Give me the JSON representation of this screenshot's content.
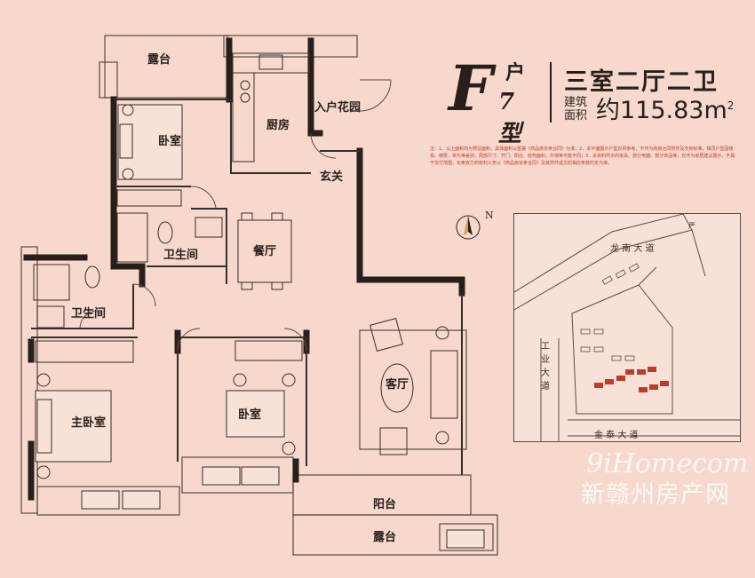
{
  "header": {
    "type_letter": "F",
    "type_hu": "户",
    "type_xing": "7型",
    "layout": "三室二厅二卫",
    "area_label": "建筑面积",
    "area_value": "约115.83m",
    "area_unit_sup": "2"
  },
  "note": "注：1、以上面积均为预估面积，具体面积以签署《商品房买卖合同》为准；2、本平面图示户型仅供参考，不作为购房合同附件及交房标准，相同户型因楼栋、楼层、单元等差别，局部尺寸、开门、阳台、结构面积、外墙等可能不同；3、本资料所示的家具、部分电器、部分饰品等，仅作为家居建议展示，不属于交付范围，买卖双方的权利义务以《商品房买卖合同》及其附件成文的相应条款约定为准。",
  "rooms": {
    "terrace_top": "露台",
    "kitchen": "厨房",
    "entry_garden": "入户花园",
    "bedroom_top": "卧室",
    "foyer": "玄关",
    "dining": "餐厅",
    "bath_mid": "卫生间",
    "bath_left": "卫生间",
    "master_bedroom": "主卧室",
    "bedroom_mid": "卧室",
    "living": "客厅",
    "balcony": "阳台",
    "terrace_bottom": "露台"
  },
  "compass": {
    "north": "N"
  },
  "site_map": {
    "road_top": "龙 南 大 道",
    "road_left": "工 业 大 道",
    "road_bottom": "金 泰 大 道",
    "corner": "严"
  },
  "watermark": {
    "latin": "9iHomecom",
    "chinese": "新赣州房产网"
  },
  "colors": {
    "background": "#f6d9cc",
    "wall": "#2a1e1a",
    "highlight": "#c0392b"
  }
}
